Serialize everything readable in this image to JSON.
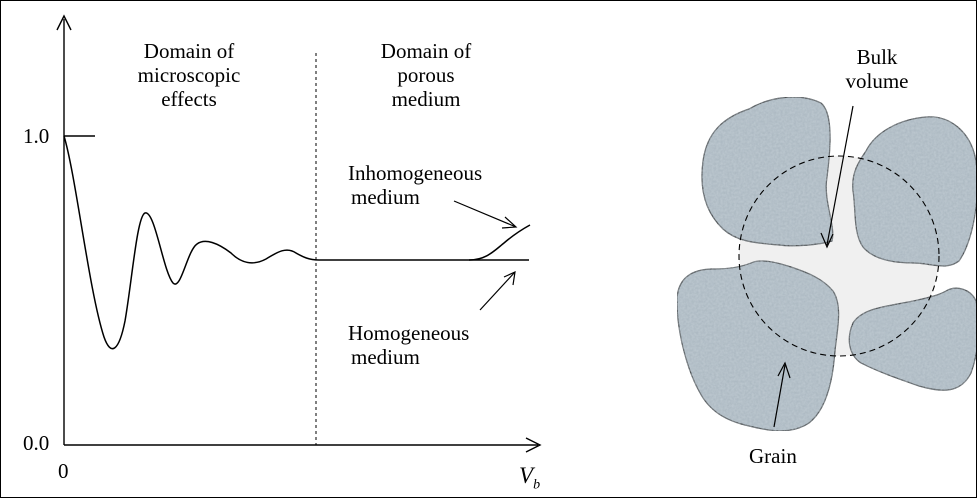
{
  "diagram": {
    "y_ticks": {
      "top": "1.0",
      "bottom": "0.0"
    },
    "x_origin": "0",
    "x_axis_symbol": "V",
    "x_axis_subscript": "b",
    "domains": {
      "micro": [
        "Domain of",
        "microscopic",
        "effects"
      ],
      "porous": [
        "Domain of",
        "porous",
        "medium"
      ]
    },
    "curve_labels": {
      "inhomogeneous": [
        "Inhomogeneous",
        "medium"
      ],
      "homogeneous": [
        "Homogeneous",
        "medium"
      ]
    },
    "rev_labels": {
      "bulk": [
        "Bulk",
        "volume"
      ],
      "grain": "Grain"
    },
    "colors": {
      "grain_fill": "#a9b6bf",
      "bulk_fill": "#f0f0f0",
      "line": "#000000"
    }
  }
}
